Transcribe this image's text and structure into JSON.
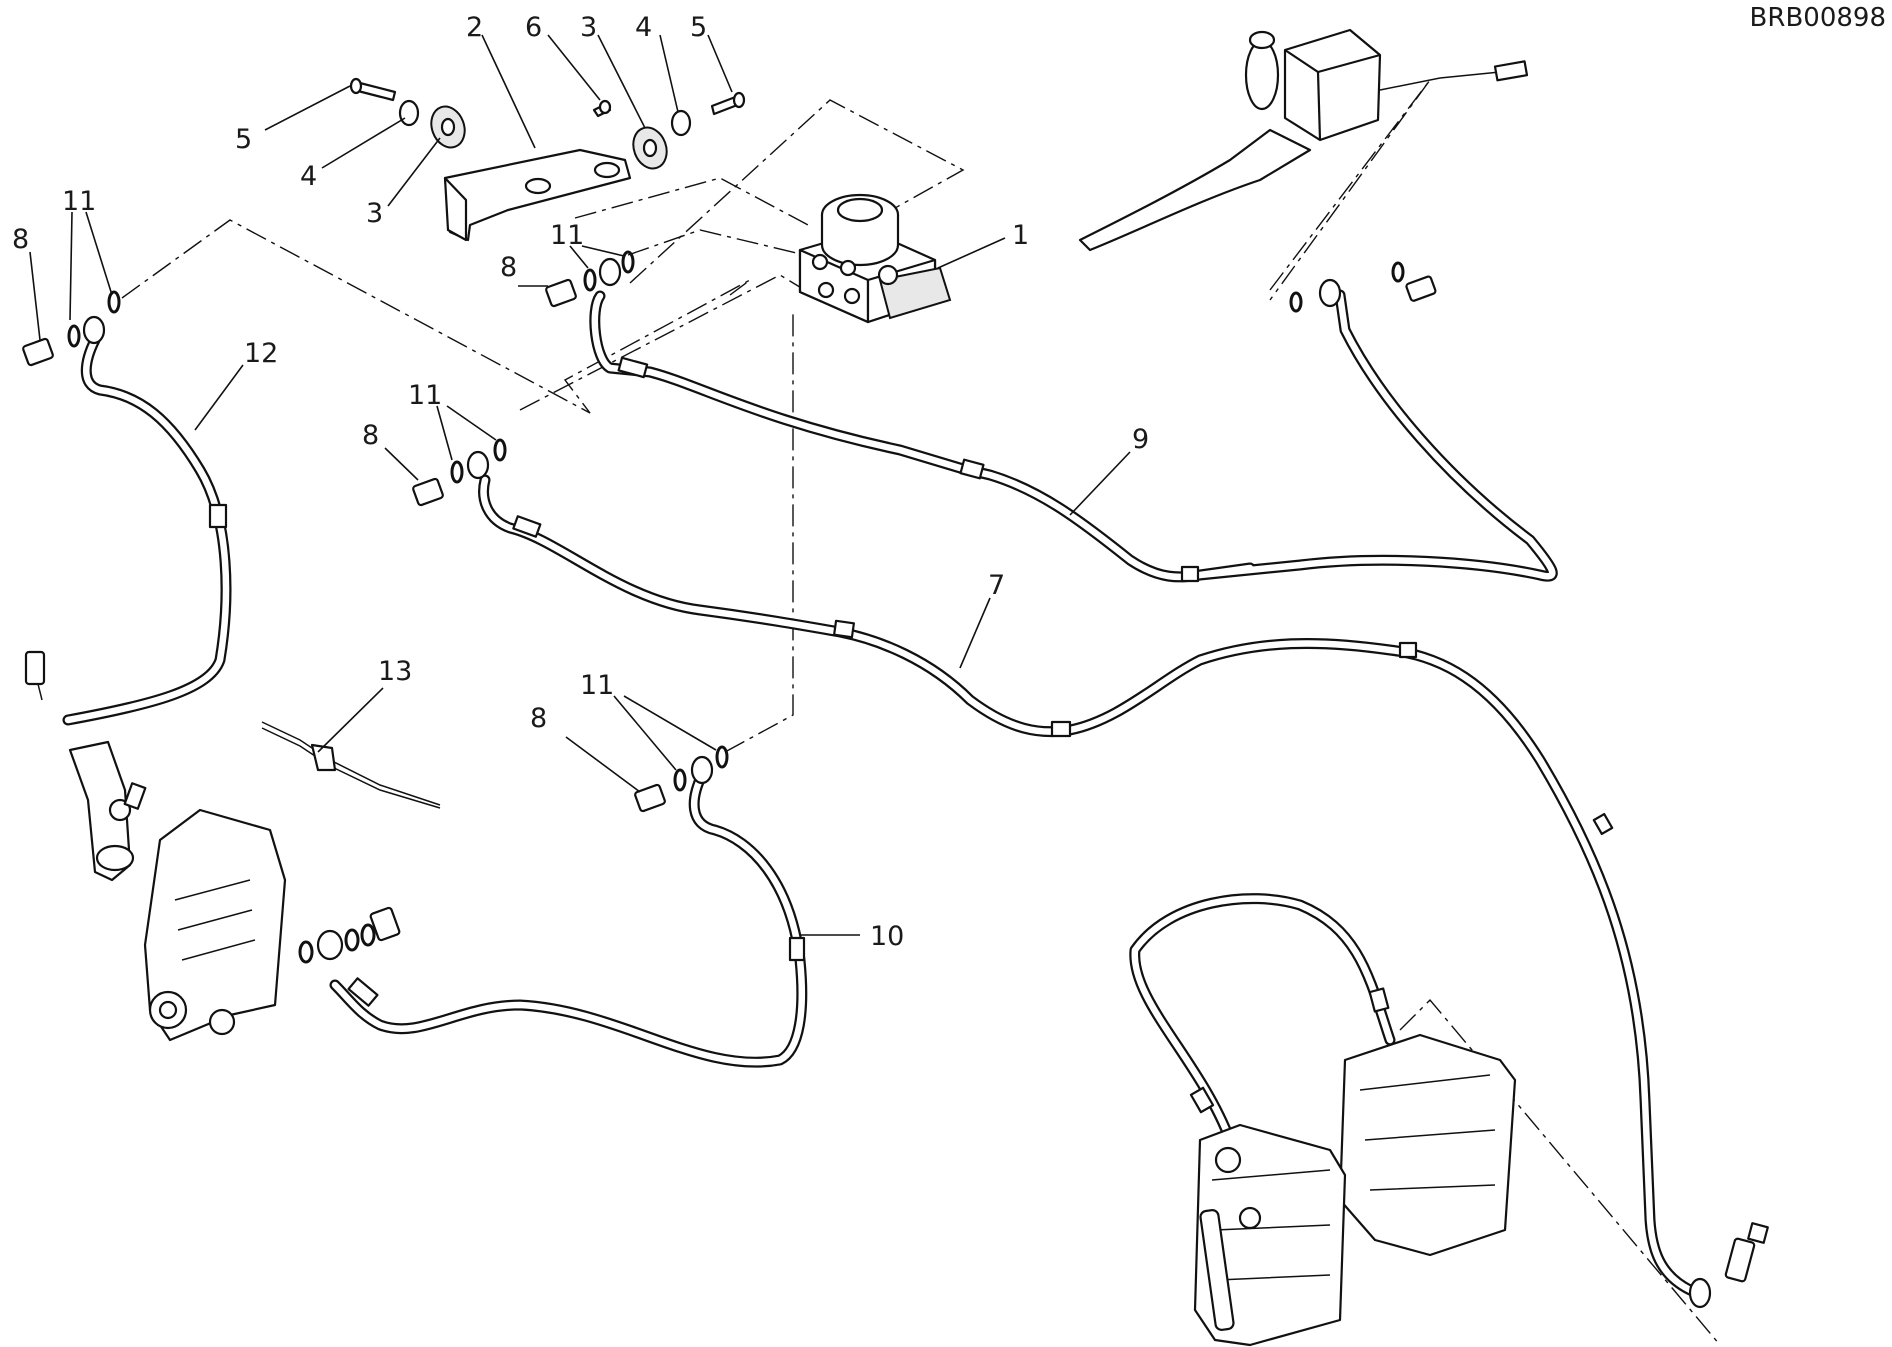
{
  "drawing_code": "BRB00898",
  "callouts": {
    "abs_unit": "1",
    "bracket": "2",
    "rubber_mount": "3",
    "washer": "4",
    "screw": "5",
    "screw_small": "6",
    "hose_front_abs": "7",
    "banjo_bolt": "8",
    "hose_abs_master": "9",
    "hose_rear_caliper": "10",
    "seal_washer": "11",
    "hose_rear_master": "12",
    "cable_tie": "13"
  }
}
